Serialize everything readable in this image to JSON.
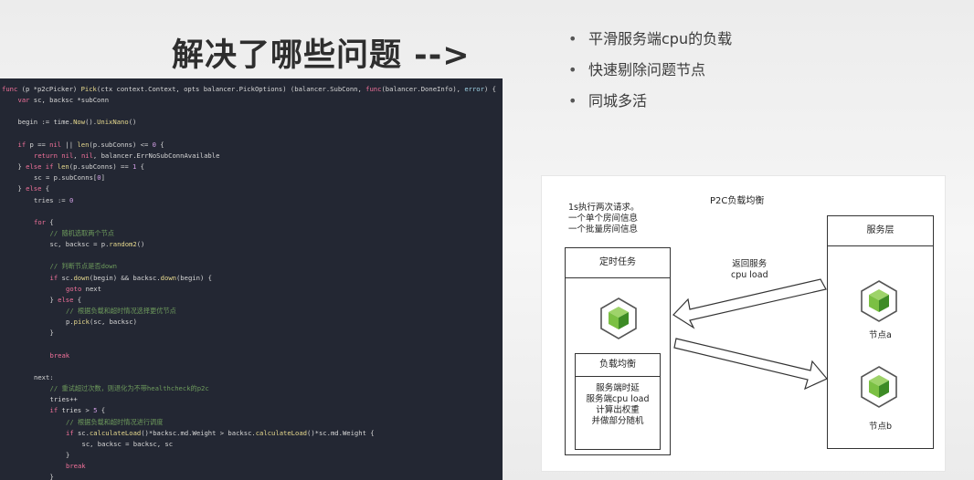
{
  "slide": {
    "title": "解决了哪些问题 -->",
    "bullets": [
      "平滑服务端cpu的负载",
      "快速剔除问题节点",
      "同城多活"
    ],
    "bullet_glyph": "•"
  },
  "code": {
    "lines": [
      {
        "i": 0,
        "segs": [
          [
            "kw",
            "func"
          ],
          [
            "lb",
            " (p *p2cPicker) "
          ],
          [
            "fn",
            "Pick"
          ],
          [
            "lb",
            "(ctx context.Context, opts balancer.PickOptions) (balancer.SubConn, "
          ],
          [
            "kw",
            "func"
          ],
          [
            "lb",
            "(balancer.DoneInfo), "
          ],
          [
            "ty",
            "error"
          ],
          [
            "lb",
            ") {"
          ]
        ]
      },
      {
        "i": 1,
        "segs": [
          [
            "kw",
            "var"
          ],
          [
            "lb",
            " sc, backsc *subConn"
          ]
        ]
      },
      {
        "i": 1,
        "segs": []
      },
      {
        "i": 1,
        "segs": [
          [
            "lb",
            "begin := time."
          ],
          [
            "fn",
            "Now"
          ],
          [
            "lb",
            "()."
          ],
          [
            "fn",
            "UnixNano"
          ],
          [
            "lb",
            "()"
          ]
        ]
      },
      {
        "i": 1,
        "segs": []
      },
      {
        "i": 1,
        "segs": [
          [
            "kw",
            "if"
          ],
          [
            "lb",
            " p == "
          ],
          [
            "kw",
            "nil"
          ],
          [
            "lb",
            " || "
          ],
          [
            "fn",
            "len"
          ],
          [
            "lb",
            "(p.subConns) <= "
          ],
          [
            "nm",
            "0"
          ],
          [
            "lb",
            " {"
          ]
        ]
      },
      {
        "i": 2,
        "segs": [
          [
            "kw",
            "return"
          ],
          [
            "lb",
            " "
          ],
          [
            "kw",
            "nil"
          ],
          [
            "lb",
            ", "
          ],
          [
            "kw",
            "nil"
          ],
          [
            "lb",
            ", balancer.ErrNoSubConnAvailable"
          ]
        ]
      },
      {
        "i": 1,
        "segs": [
          [
            "lb",
            "} "
          ],
          [
            "kw",
            "else if"
          ],
          [
            "lb",
            " "
          ],
          [
            "fn",
            "len"
          ],
          [
            "lb",
            "(p.subConns) == "
          ],
          [
            "nm",
            "1"
          ],
          [
            "lb",
            " {"
          ]
        ]
      },
      {
        "i": 2,
        "segs": [
          [
            "lb",
            "sc = p.subConns["
          ],
          [
            "nm",
            "0"
          ],
          [
            "lb",
            "]"
          ]
        ]
      },
      {
        "i": 1,
        "segs": [
          [
            "lb",
            "} "
          ],
          [
            "kw",
            "else"
          ],
          [
            "lb",
            " {"
          ]
        ]
      },
      {
        "i": 2,
        "segs": [
          [
            "lb",
            "tries := "
          ],
          [
            "nm",
            "0"
          ]
        ]
      },
      {
        "i": 2,
        "segs": []
      },
      {
        "i": 2,
        "segs": [
          [
            "kw",
            "for"
          ],
          [
            "lb",
            " {"
          ]
        ]
      },
      {
        "i": 3,
        "segs": [
          [
            "cm",
            "// 随机选取两个节点"
          ]
        ]
      },
      {
        "i": 3,
        "segs": [
          [
            "lb",
            "sc, backsc = p."
          ],
          [
            "fn",
            "random2"
          ],
          [
            "lb",
            "()"
          ]
        ]
      },
      {
        "i": 3,
        "segs": []
      },
      {
        "i": 3,
        "segs": [
          [
            "cm",
            "// 判断节点是否down"
          ]
        ]
      },
      {
        "i": 3,
        "segs": [
          [
            "kw",
            "if"
          ],
          [
            "lb",
            " sc."
          ],
          [
            "fn",
            "down"
          ],
          [
            "lb",
            "(begin) && backsc."
          ],
          [
            "fn",
            "down"
          ],
          [
            "lb",
            "(begin) {"
          ]
        ]
      },
      {
        "i": 4,
        "segs": [
          [
            "kw",
            "goto"
          ],
          [
            "lb",
            " next"
          ]
        ]
      },
      {
        "i": 3,
        "segs": [
          [
            "lb",
            "} "
          ],
          [
            "kw",
            "else"
          ],
          [
            "lb",
            " {"
          ]
        ]
      },
      {
        "i": 4,
        "segs": [
          [
            "cm",
            "// 根据负载和超时情况选择更优节点"
          ]
        ]
      },
      {
        "i": 4,
        "segs": [
          [
            "lb",
            "p."
          ],
          [
            "fn",
            "pick"
          ],
          [
            "lb",
            "(sc, backsc)"
          ]
        ]
      },
      {
        "i": 3,
        "segs": [
          [
            "lb",
            "}"
          ]
        ]
      },
      {
        "i": 3,
        "segs": []
      },
      {
        "i": 3,
        "segs": [
          [
            "kw",
            "break"
          ]
        ]
      },
      {
        "i": 3,
        "segs": []
      },
      {
        "i": 2,
        "segs": [
          [
            "lb",
            "next:"
          ]
        ]
      },
      {
        "i": 3,
        "segs": [
          [
            "cm",
            "// 重试超过次数，则退化为不带healthcheck的p2c"
          ]
        ]
      },
      {
        "i": 3,
        "segs": [
          [
            "lb",
            "tries++"
          ]
        ]
      },
      {
        "i": 3,
        "segs": [
          [
            "kw",
            "if"
          ],
          [
            "lb",
            " tries > "
          ],
          [
            "nm",
            "5"
          ],
          [
            "lb",
            " {"
          ]
        ]
      },
      {
        "i": 4,
        "segs": [
          [
            "cm",
            "// 根据负载和超时情况进行调度"
          ]
        ]
      },
      {
        "i": 4,
        "segs": [
          [
            "kw",
            "if"
          ],
          [
            "lb",
            " sc."
          ],
          [
            "fn",
            "calculateLoad"
          ],
          [
            "lb",
            "()*backsc.md.Weight > backsc."
          ],
          [
            "fn",
            "calculateLoad"
          ],
          [
            "lb",
            "()*sc.md.Weight {"
          ]
        ]
      },
      {
        "i": 5,
        "segs": [
          [
            "lb",
            "sc, backsc = backsc, sc"
          ]
        ]
      },
      {
        "i": 4,
        "segs": [
          [
            "lb",
            "}"
          ]
        ]
      },
      {
        "i": 4,
        "segs": [
          [
            "kw",
            "break"
          ]
        ]
      },
      {
        "i": 3,
        "segs": [
          [
            "lb",
            "}"
          ]
        ]
      },
      {
        "i": 2,
        "segs": [
          [
            "lb",
            "}"
          ]
        ]
      }
    ]
  },
  "diagram": {
    "title": "P2C负载均衡",
    "request_note": [
      "1s执行两次请求。",
      "一个单个房间信息",
      "一个批量房间信息"
    ],
    "timer_box_label": "定时任务",
    "lb_box_label": "负载均衡",
    "lb_details": [
      "服务端时延",
      "服务端cpu load",
      "计算出权重",
      "并做部分随机"
    ],
    "return_label": [
      "返回服务",
      "cpu load"
    ],
    "service_box_label": "服务层",
    "node_a_label": "节点a",
    "node_b_label": "节点b",
    "cube_icon": "cube-icon",
    "cube_color": "#7bc043",
    "cube_dark": "#3d8b25"
  }
}
